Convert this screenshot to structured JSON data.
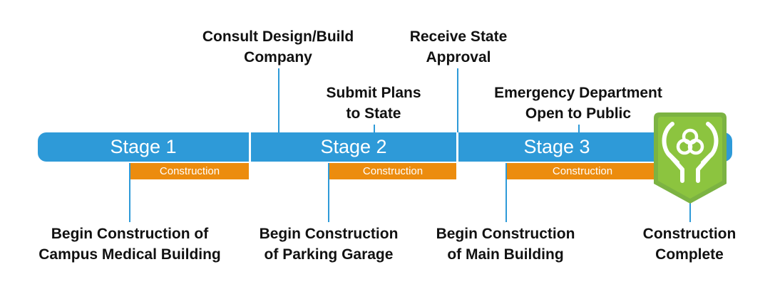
{
  "stages": [
    "Stage 1",
    "Stage 2",
    "Stage 3"
  ],
  "construction_label": "Construction",
  "milestones_top": [
    "Consult Design/Build\nCompany",
    "Submit Plans\nto State",
    "Receive State\nApproval",
    "Emergency Department\nOpen to Public"
  ],
  "milestones_bottom": [
    "Begin Construction of\nCampus Medical Building",
    "Begin Construction\nof Parking Garage",
    "Begin Construction\nof Main Building",
    "Construction\nComplete"
  ],
  "colors": {
    "stage_bar": "#2e9ad8",
    "construction_bar": "#ec8c0e",
    "badge": "#8cc43f"
  },
  "icons": [
    "hands-cradling-knot-icon"
  ]
}
